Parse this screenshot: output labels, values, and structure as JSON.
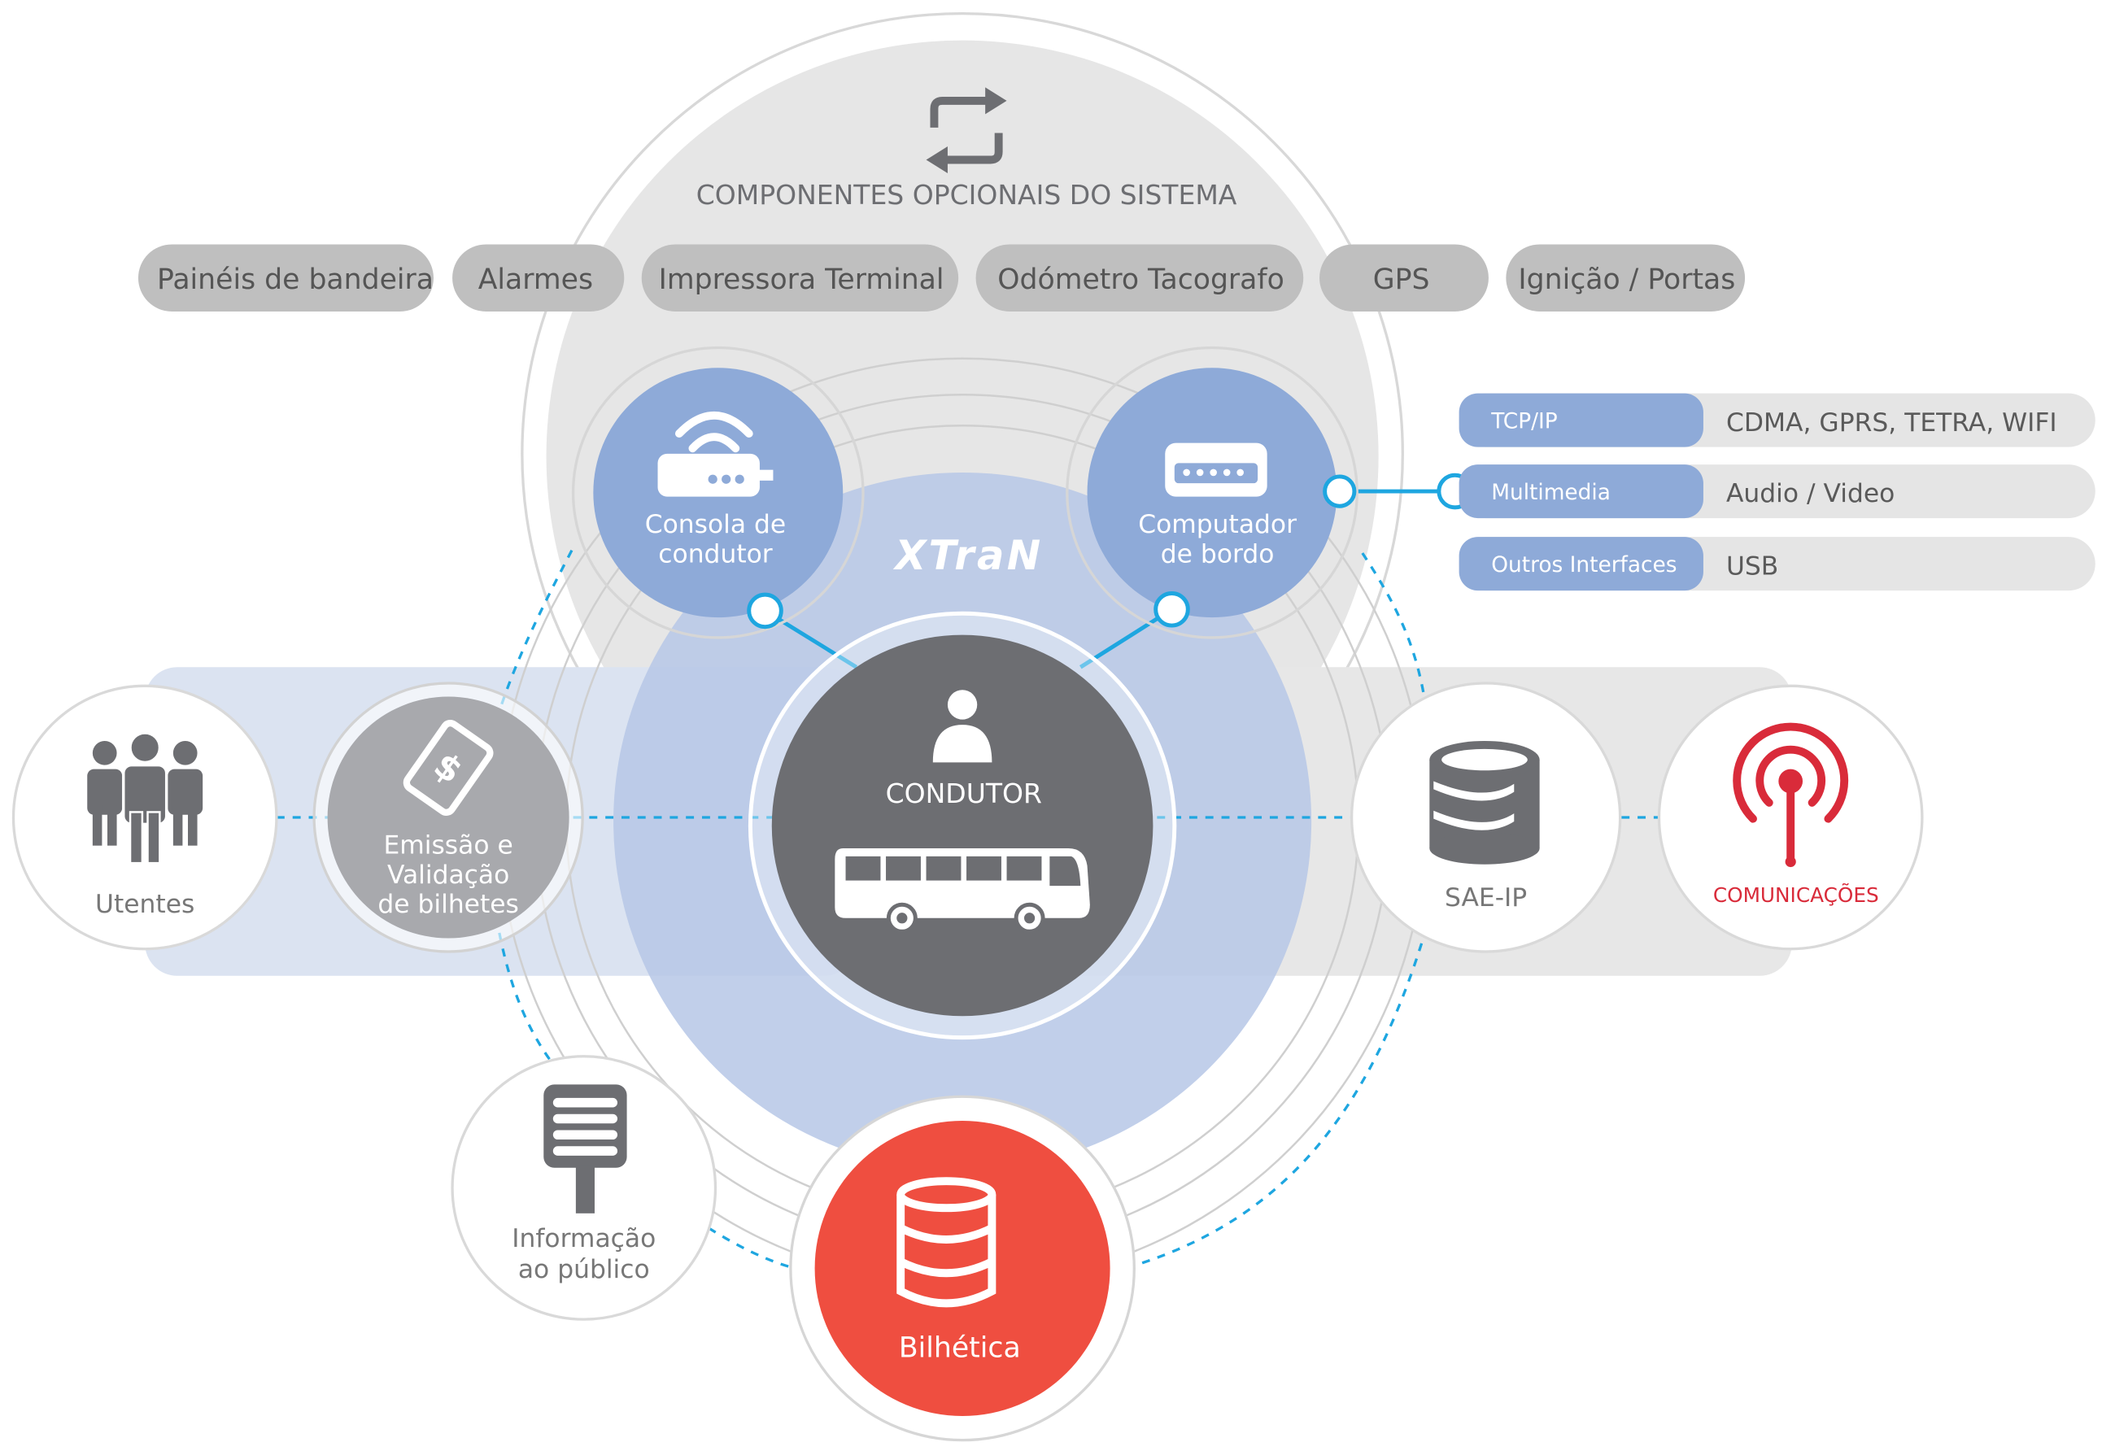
{
  "optional_components": {
    "title": "COMPONENTES OPCIONAIS DO SISTEMA",
    "icon": "sync-arrows-icon",
    "items": [
      "Painéis de bandeira",
      "Alarmes",
      "Impressora Terminal",
      "Odómetro Tacografo",
      "GPS",
      "Ignição / Portas"
    ]
  },
  "brand": "XTraN",
  "nodes": {
    "console": {
      "line1": "Consola de",
      "line2": "condutor",
      "icon": "router-icon"
    },
    "computer": {
      "line1": "Computador",
      "line2": "de bordo",
      "icon": "onboard-computer-icon"
    },
    "driver": {
      "label": "CONDUTOR",
      "icon": "person-icon",
      "icon2": "bus-icon"
    },
    "ticketing": {
      "line1": "Emissão  e",
      "line2": "Validação",
      "line3": "de bilhetes",
      "icon": "ticket-dollar-icon"
    },
    "users": {
      "label": "Utentes",
      "icon": "people-group-icon"
    },
    "sae": {
      "label": "SAE-IP",
      "icon": "database-icon"
    },
    "comms": {
      "label": "COMUNICAÇÕES",
      "icon": "antenna-icon"
    },
    "info": {
      "line1": "Informação",
      "line2": "ao público",
      "icon": "info-sign-icon"
    },
    "billing": {
      "label": "Bilhética",
      "icon": "database-icon"
    }
  },
  "interfaces": [
    {
      "tag": "TCP/IP",
      "value": "CDMA, GPRS, TETRA, WIFI"
    },
    {
      "tag": "Multimedia",
      "value": "Audio / Video"
    },
    {
      "tag": "Outros Interfaces",
      "value": "USB"
    }
  ],
  "colors": {
    "blue_node": "#8eaad8",
    "driver_dark": "#6d6e72",
    "billing_red": "#ef4e40",
    "comms_red": "#d92b3a",
    "connector_blue": "#1ea6e0",
    "pill_gray": "#bfbfbf",
    "light_gray": "#e7e7e7"
  }
}
